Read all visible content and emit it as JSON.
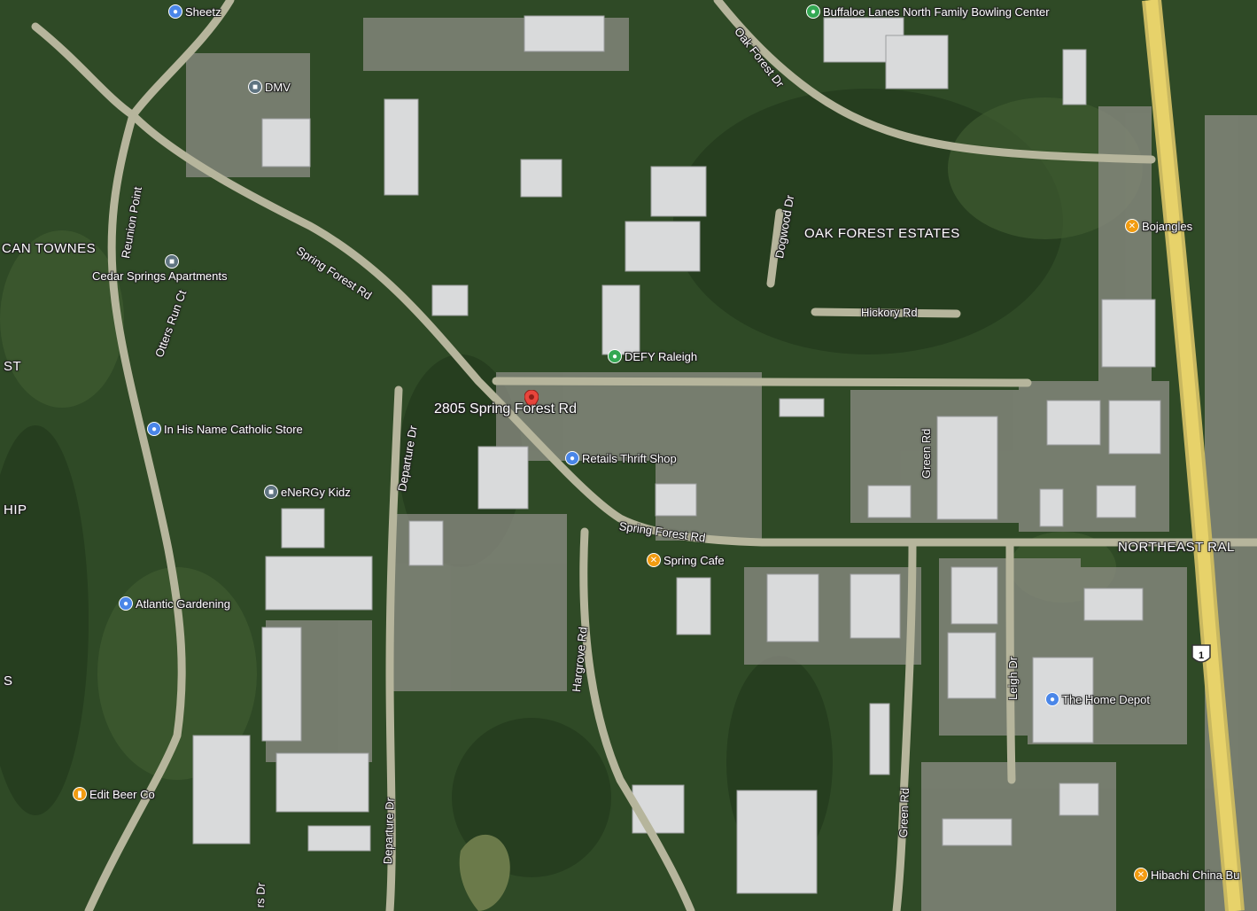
{
  "map": {
    "type": "satellite",
    "pin_address": "2805 Spring Forest Rd",
    "colors": {
      "foliage": "#2f4a26",
      "road": "#b6b59c",
      "building": "#d9dadb",
      "highway": "#e7d26a",
      "poi_shopping": "#4a86e8",
      "poi_food": "#f29c11",
      "poi_civic": "#5f7481",
      "poi_activity": "#34a853",
      "pin_red": "#e8453c"
    },
    "pois": [
      {
        "name": "Sheetz",
        "icon": "shopping-bag-icon",
        "category": "shopping"
      },
      {
        "name": "Buffaloe Lanes North Family Bowling Center",
        "icon": "activity-pin-icon",
        "category": "activity"
      },
      {
        "name": "DMV",
        "icon": "government-building-icon",
        "category": "civic"
      },
      {
        "name": "Cedar Springs Apartments",
        "icon": "apartment-icon",
        "category": "civic"
      },
      {
        "name": "DEFY Raleigh",
        "icon": "activity-pin-icon",
        "category": "activity"
      },
      {
        "name": "Bojangles",
        "icon": "fork-knife-icon",
        "category": "food"
      },
      {
        "name": "In His Name Catholic Store",
        "icon": "shopping-bag-icon",
        "category": "shopping"
      },
      {
        "name": "Retails Thrift Shop",
        "icon": "shopping-bag-icon",
        "category": "shopping"
      },
      {
        "name": "eNeRGy Kidz",
        "icon": "school-icon",
        "category": "civic"
      },
      {
        "name": "Spring Cafe",
        "icon": "fork-knife-icon",
        "category": "food"
      },
      {
        "name": "Atlantic Gardening",
        "icon": "shopping-bag-icon",
        "category": "shopping"
      },
      {
        "name": "The Home Depot",
        "icon": "shopping-bag-icon",
        "category": "shopping"
      },
      {
        "name": "Edit Beer Co",
        "icon": "beer-glass-icon",
        "category": "food"
      },
      {
        "name": "Hibachi China Bu",
        "icon": "fork-knife-icon",
        "category": "food"
      }
    ],
    "roads": [
      "Spring Forest Rd",
      "Spring Forest Rd",
      "Oak Forest Dr",
      "Dogwood Dr",
      "Hickory Rd",
      "Green Rd",
      "Green Rd",
      "Departure Dr",
      "Departure Dr",
      "Hargrove Rd",
      "Leigh Dr",
      "Reunion Point",
      "Otters Run Ct",
      "rs Dr"
    ],
    "areas": [
      "OAK FOREST ESTATES",
      "CAN TOWNES",
      "NORTHEAST RAL",
      "ST",
      "HIP",
      "S"
    ],
    "highway_shield": "1"
  }
}
